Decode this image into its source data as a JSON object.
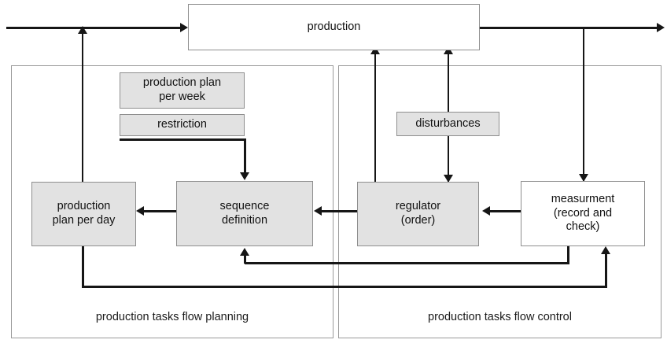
{
  "diagram": {
    "title": "production tasks flow planning and control block diagram",
    "colors": {
      "box_fill": "#e2e2e2",
      "box_fill_plain": "#ffffff",
      "box_border": "#8e8e8e",
      "panel_border": "#9a9a9a",
      "connector": "#161616",
      "background": "#ffffff"
    },
    "nodes": {
      "production": "production",
      "production_plan_per_week": "production plan per week",
      "restriction": "restriction",
      "production_plan_per_day": "production plan per day",
      "sequence_definition": "sequence definition",
      "disturbances": "disturbances",
      "regulator": "regulator (order)",
      "measurement": "measurment (record and check)"
    },
    "node_lines": {
      "production": [
        "production"
      ],
      "production_plan_per_week": [
        "production plan",
        "per week"
      ],
      "restriction": [
        "restriction"
      ],
      "production_plan_per_day": [
        "production",
        "plan per day"
      ],
      "sequence_definition": [
        "sequence",
        "definition"
      ],
      "disturbances": [
        "disturbances"
      ],
      "regulator": [
        "regulator",
        "(order)"
      ],
      "measurement": [
        "measurment",
        "(record and",
        "check)"
      ]
    },
    "panels": {
      "left_label": "production tasks flow planning",
      "right_label": "production tasks flow control"
    },
    "edges": [
      {
        "from": "external-input",
        "to": "production",
        "type": "arrow-right"
      },
      {
        "from": "production-plan-per-day",
        "to": "external-input-line",
        "type": "arrow-up"
      },
      {
        "from": "production",
        "to": "external-output",
        "type": "arrow-right"
      },
      {
        "from": "production",
        "to": "measurment",
        "type": "arrow-down"
      },
      {
        "from": "regulator",
        "to": "production",
        "type": "arrow-up"
      },
      {
        "from": "regulator",
        "to": "production",
        "type": "double-arrow-through-disturbances"
      },
      {
        "from": "restriction",
        "to": "sequence-definition",
        "type": "arrow-down"
      },
      {
        "from": "sequence-definition",
        "to": "production-plan-per-day",
        "type": "arrow-left"
      },
      {
        "from": "regulator",
        "to": "sequence-definition",
        "type": "arrow-left"
      },
      {
        "from": "measurment",
        "to": "regulator",
        "type": "arrow-left"
      },
      {
        "from": "measurment",
        "to": "sequence-definition",
        "type": "feedback-arrow-up"
      },
      {
        "from": "production-plan-per-day",
        "to": "measurment",
        "type": "feedback-arrow-up"
      }
    ]
  }
}
